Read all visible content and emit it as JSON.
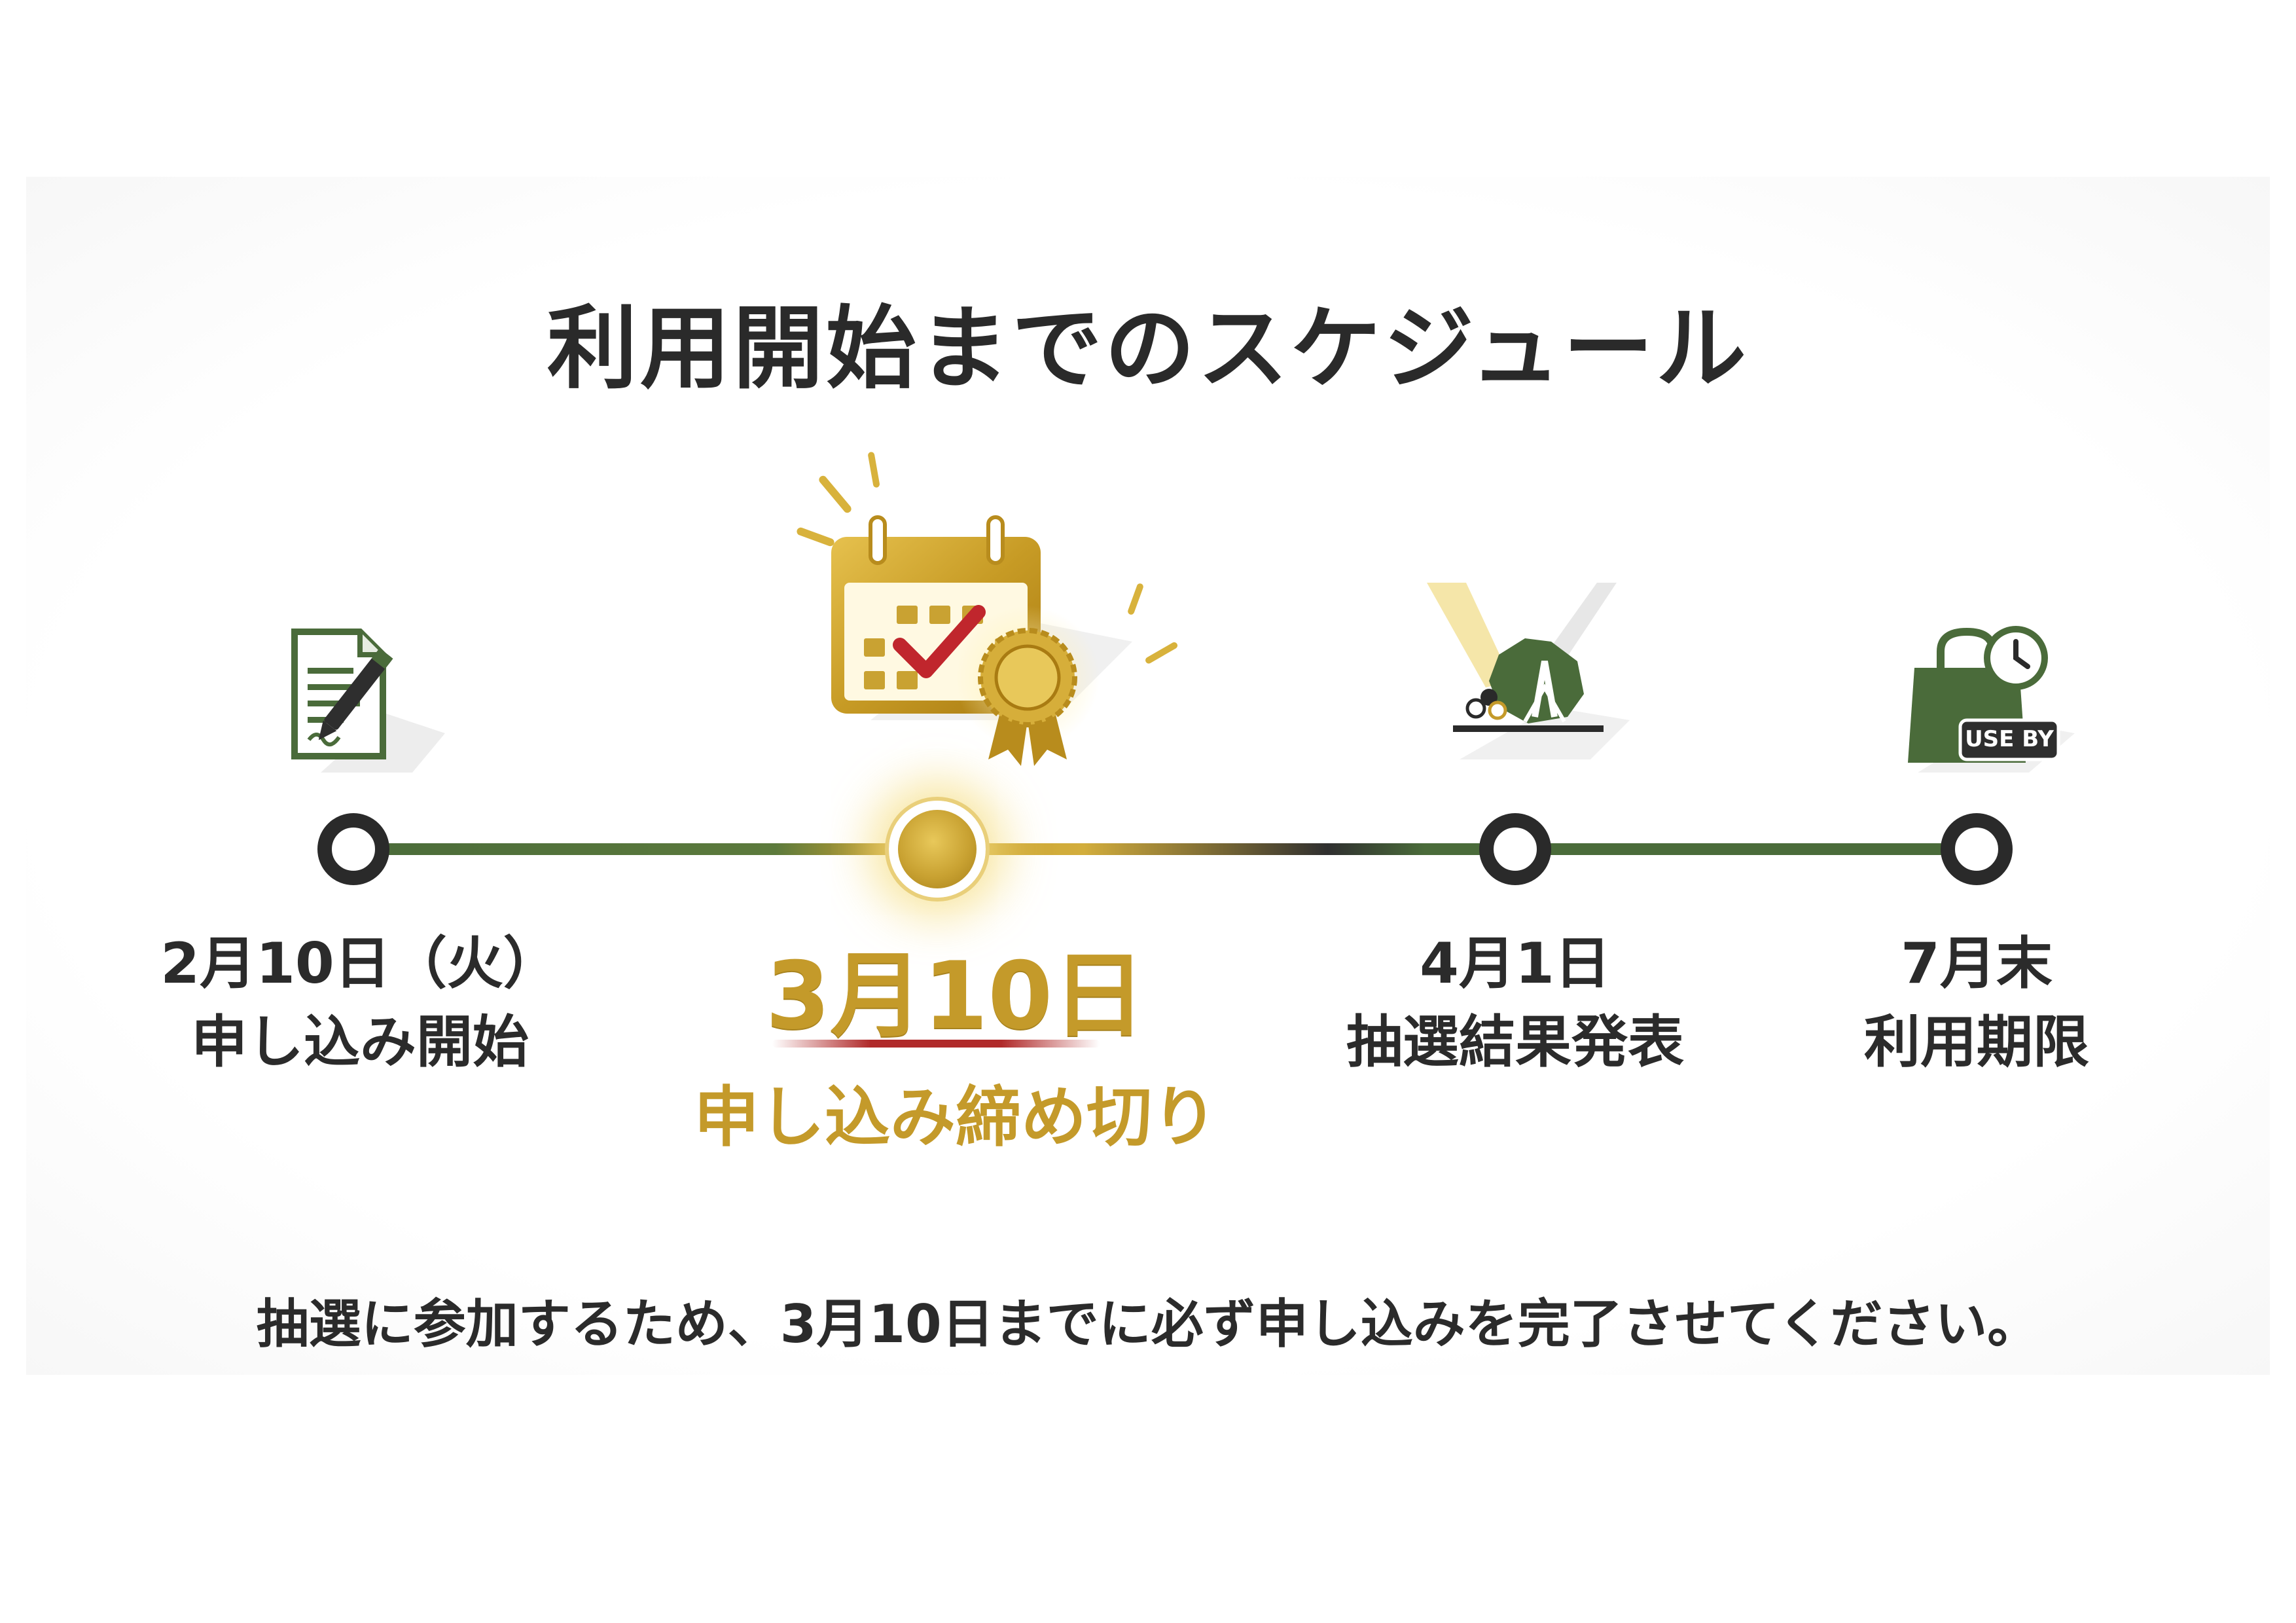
{
  "title": "利用開始までのスケジュール",
  "colors": {
    "green": "#4a6b3a",
    "dark": "#2a2a2a",
    "gold": "#c49a2a",
    "red_accent": "#b02a2a"
  },
  "steps": [
    {
      "date": "2月10日（火）",
      "label": "申し込み開始",
      "icon": "document-sign-icon"
    },
    {
      "date": "3月10日",
      "label": "申し込み締め切り",
      "icon": "calendar-check-badge-icon",
      "highlight": true
    },
    {
      "date": "4月1日",
      "label": "抽選結果発表",
      "icon": "lottery-machine-icon"
    },
    {
      "date": "7月末",
      "label": "利用期限",
      "icon": "shopping-bag-clock-icon",
      "badge": "USE BY"
    }
  ],
  "footer": "抽選に参加するため、3月10日までに必ず申し込みを完了させてください。"
}
